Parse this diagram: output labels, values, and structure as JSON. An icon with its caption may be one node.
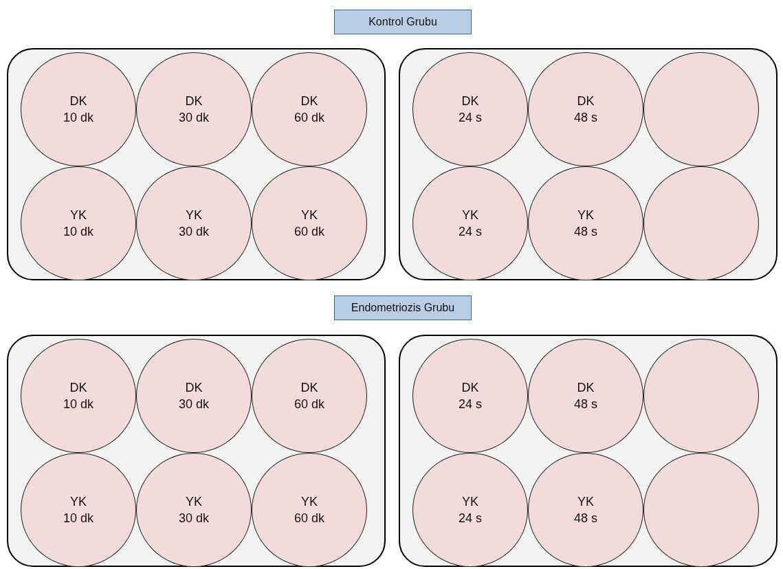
{
  "diagram": {
    "nodes": [
      {
        "text": [
          "Kontrol Grubu"
        ]
      },
      {
        "text": [],
        "shape": "box"
      },
      {
        "text": [
          "DK",
          "10 dk"
        ],
        "in": 1
      },
      {
        "text": [
          "DK",
          "30 dk"
        ],
        "in": 1
      },
      {
        "text": [
          "DK",
          "60 dk"
        ],
        "in": 1
      },
      {
        "text": [
          "YK",
          "10 dk"
        ],
        "in": 1
      },
      {
        "text": [
          "YK",
          "30 dk"
        ],
        "in": 1
      },
      {
        "text": [
          "YK",
          "60 dk"
        ],
        "in": 1
      },
      {
        "text": [],
        "shape": "box"
      },
      {
        "text": [
          "DK",
          "24 s"
        ],
        "in": 8
      },
      {
        "text": [
          "DK",
          "48 s"
        ],
        "in": 8
      },
      {
        "text": [],
        "shape": "circle",
        "in": 8
      },
      {
        "text": [
          "YK",
          "24 s"
        ],
        "in": 8
      },
      {
        "text": [
          "YK",
          "48 s"
        ],
        "in": 8
      },
      {
        "text": [],
        "shape": "circle",
        "in": 8
      },
      {
        "text": [
          "Endometriozis Grubu"
        ]
      },
      {
        "text": [],
        "shape": "box"
      },
      {
        "text": [
          "DK",
          "10 dk"
        ],
        "in": 16
      },
      {
        "text": [
          "DK",
          "30 dk"
        ],
        "in": 16
      },
      {
        "text": [
          "DK",
          "60 dk"
        ],
        "in": 16
      },
      {
        "text": [
          "YK",
          "10 dk"
        ],
        "in": 16
      },
      {
        "text": [
          "YK",
          "30 dk"
        ],
        "in": 16
      },
      {
        "text": [
          "YK",
          "60 dk"
        ],
        "in": 16
      },
      {
        "text": [],
        "shape": "box"
      },
      {
        "text": [
          "DK",
          "24 s"
        ],
        "in": 23
      },
      {
        "text": [
          "DK",
          "48 s"
        ],
        "in": 23
      },
      {
        "text": [],
        "shape": "circle",
        "in": 23
      },
      {
        "text": [
          "YK",
          "24 s"
        ],
        "in": 23
      },
      {
        "text": [
          "YK",
          "48 s"
        ],
        "in": 23
      },
      {
        "text": [],
        "shape": "circle",
        "in": 23
      }
    ]
  }
}
